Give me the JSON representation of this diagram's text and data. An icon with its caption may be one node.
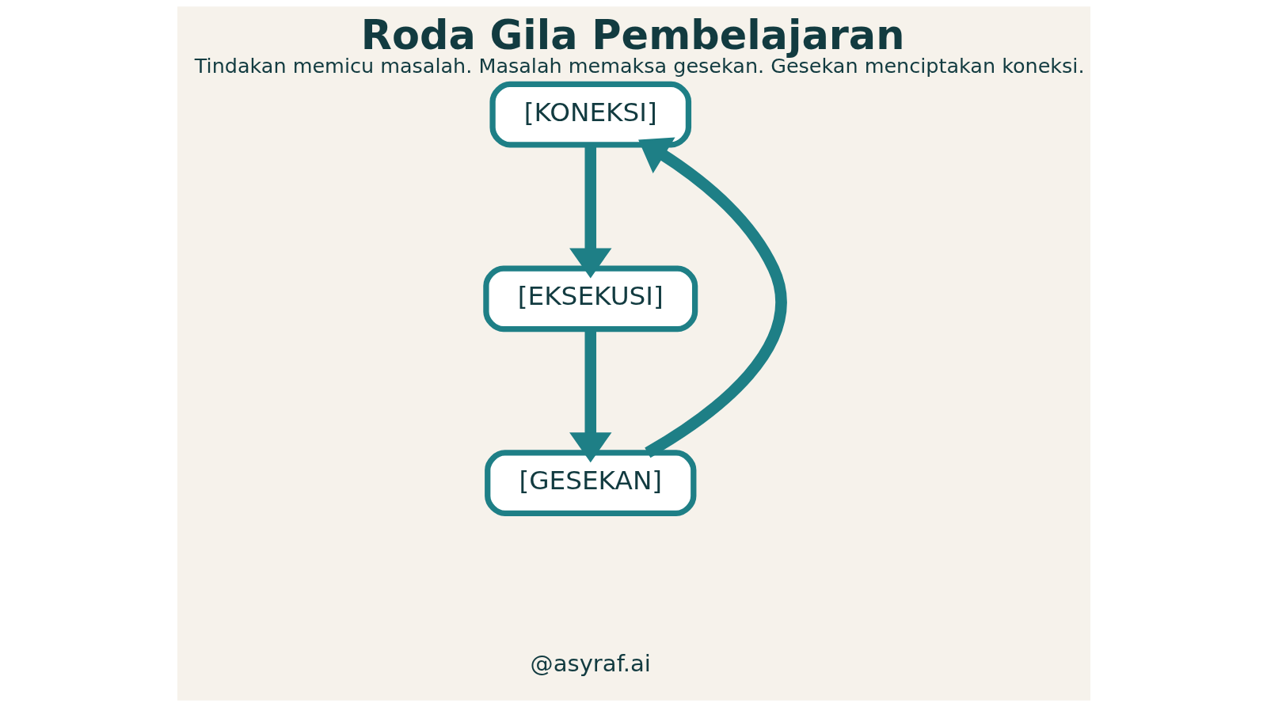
{
  "diagram": {
    "title": "Roda Gila Pembelajaran",
    "caption": "Tindakan memicu masalah. Masalah memaksa gesekan. Gesekan menciptakan koneksi.",
    "nodes": [
      {
        "text": [
          "[KONEKSI]"
        ]
      },
      {
        "text": [
          "[EKSEKUSI]"
        ]
      },
      {
        "text": [
          "[GESEKAN]"
        ]
      }
    ],
    "edges": [
      {
        "from": 0,
        "to": 1,
        "arrow": "to"
      },
      {
        "from": 1,
        "to": 2,
        "arrow": "to"
      },
      {
        "from": 2,
        "to": 0,
        "arrow": "to"
      }
    ],
    "labels": [
      "@asyraf.ai"
    ]
  }
}
